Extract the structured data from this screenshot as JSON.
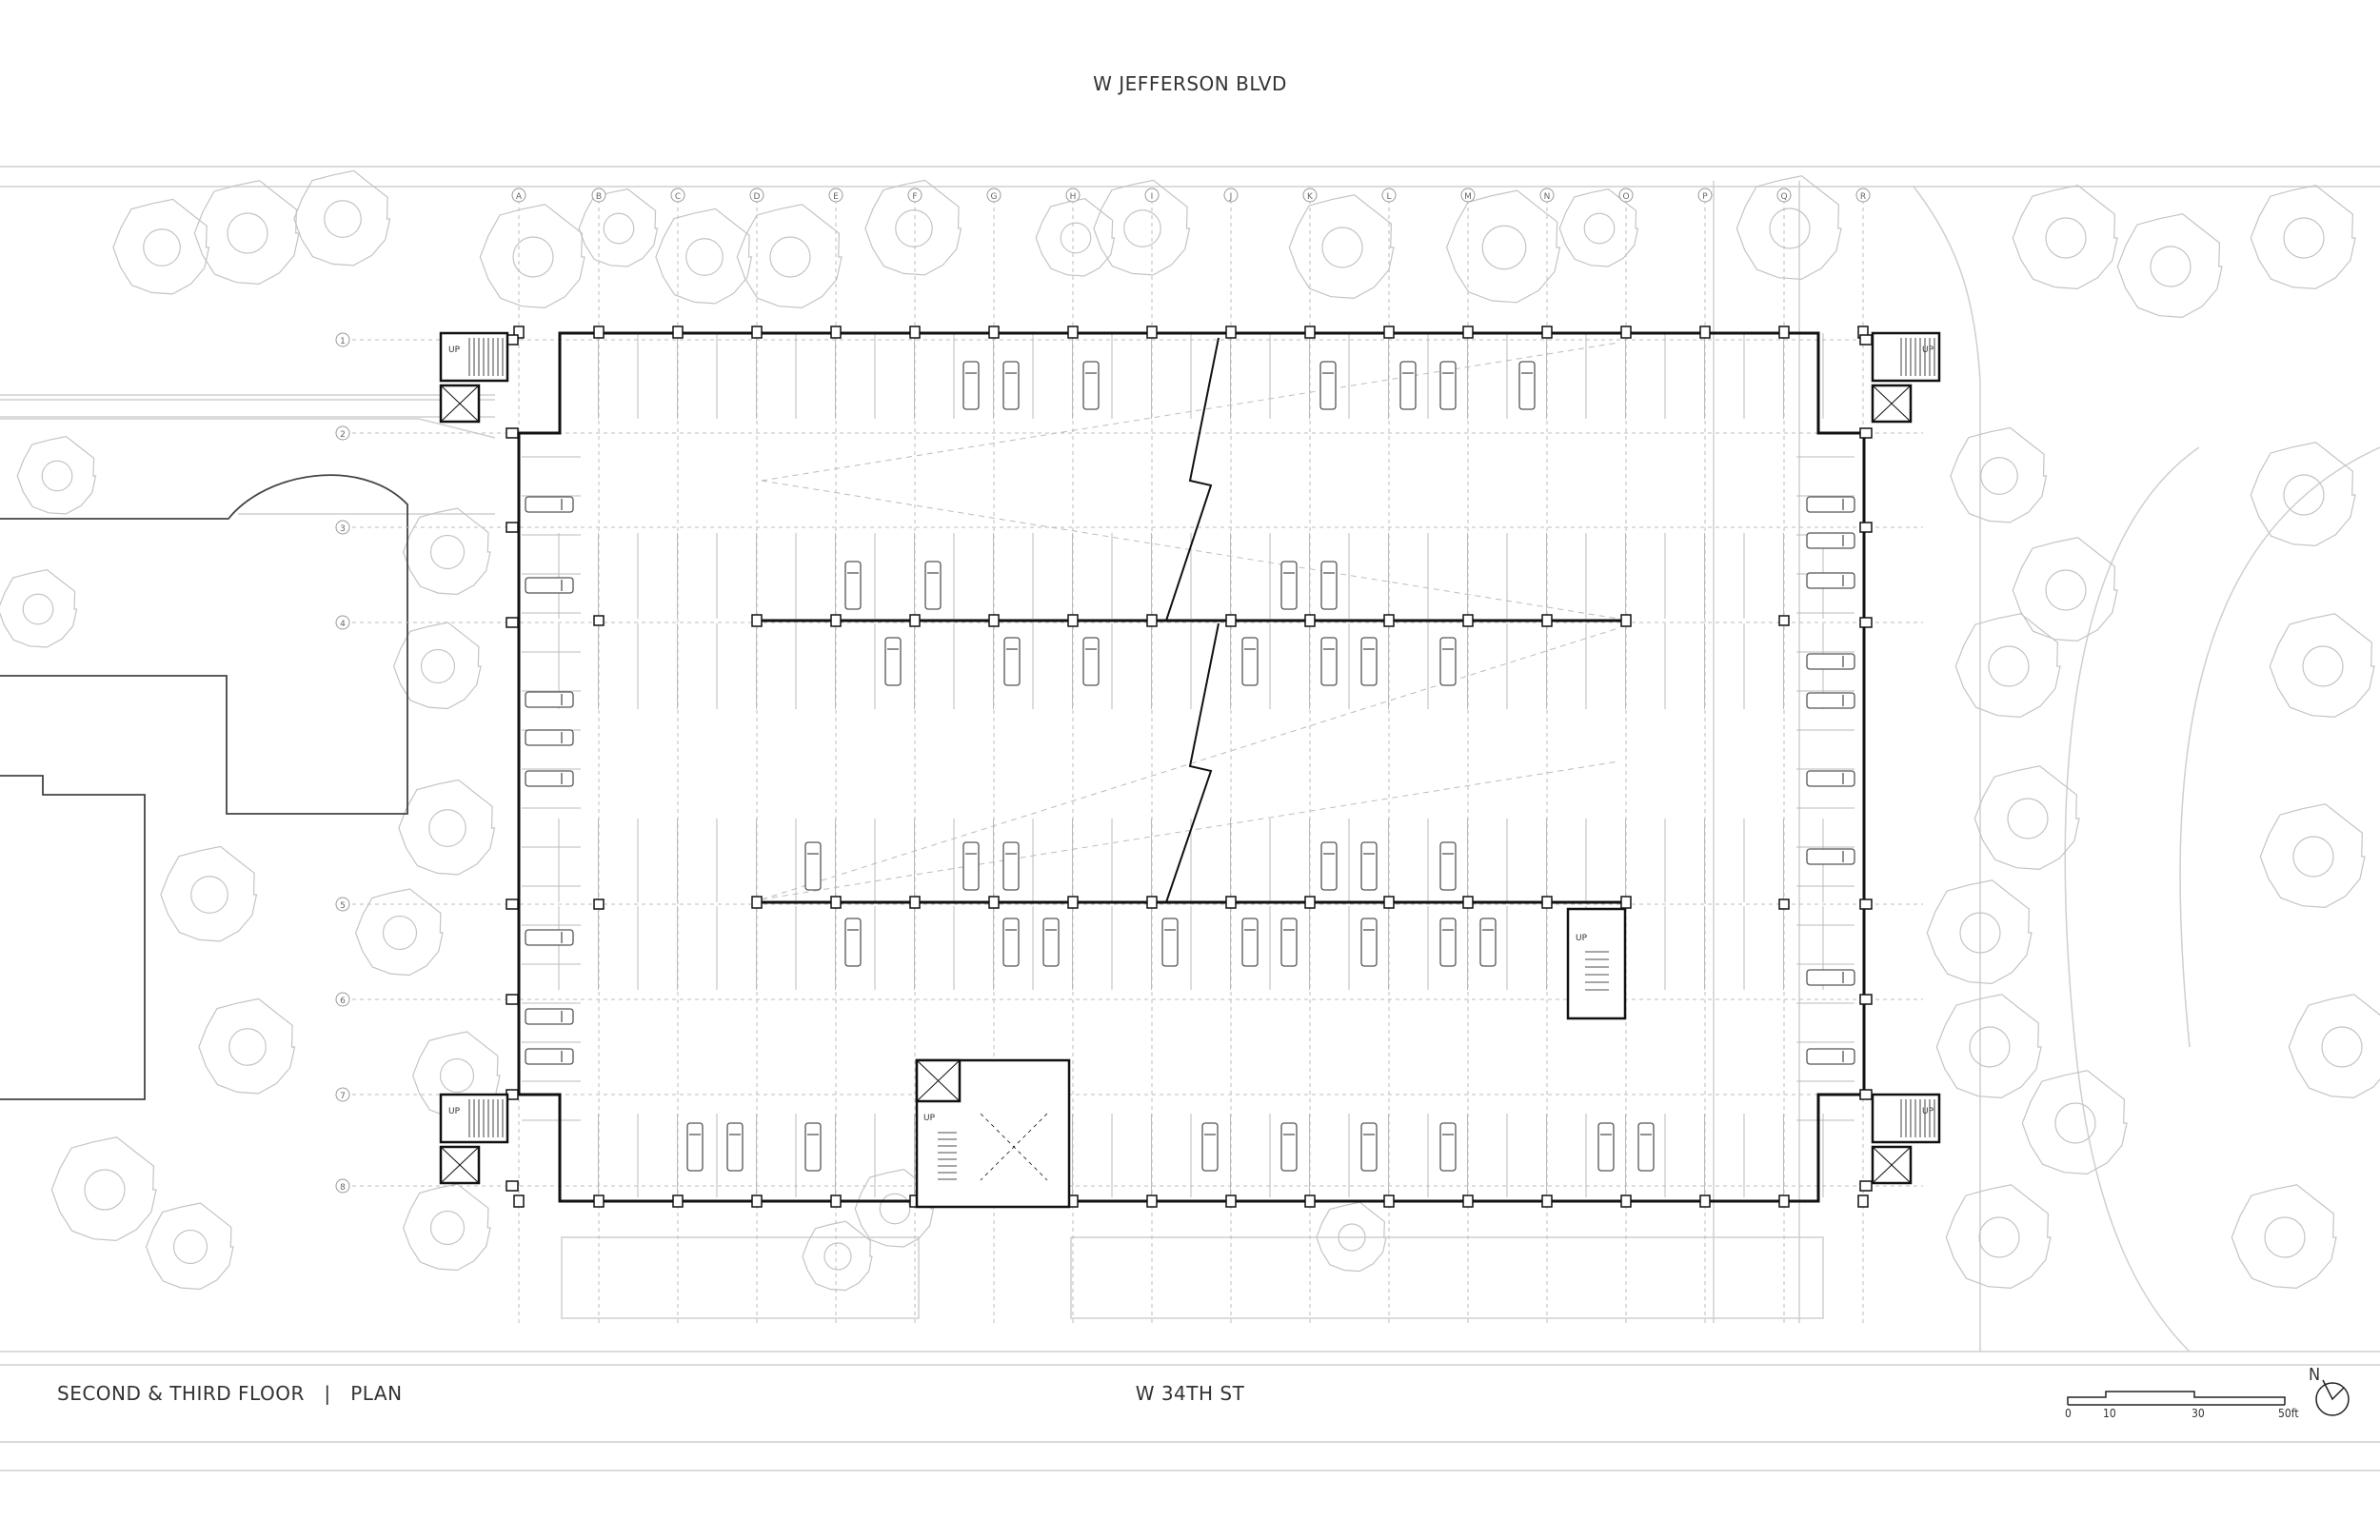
{
  "streets": {
    "north": "W JEFFERSON BLVD",
    "south": "W 34TH ST"
  },
  "plan_title": {
    "floor": "SECOND & THIRD FLOOR",
    "separator": "|",
    "type": "PLAN"
  },
  "grid_columns": [
    "A",
    "B",
    "C",
    "D",
    "E",
    "F",
    "G",
    "H",
    "I",
    "J",
    "K",
    "L",
    "M",
    "N",
    "O",
    "P",
    "Q",
    "R"
  ],
  "grid_rows": [
    "1",
    "2",
    "3",
    "4",
    "5",
    "6",
    "7",
    "8"
  ],
  "stair_labels": {
    "nw": "UP",
    "ne": "UP",
    "sw": "UP",
    "se": "UP",
    "central": "UP",
    "south_core": "UP"
  },
  "scale_bar": {
    "ticks": [
      "0",
      "10",
      "30",
      "50ft"
    ]
  },
  "north_arrow": "N",
  "colors": {
    "line": "#222222",
    "light_line": "#c8c8c8",
    "tree": "#bfbfbf"
  }
}
